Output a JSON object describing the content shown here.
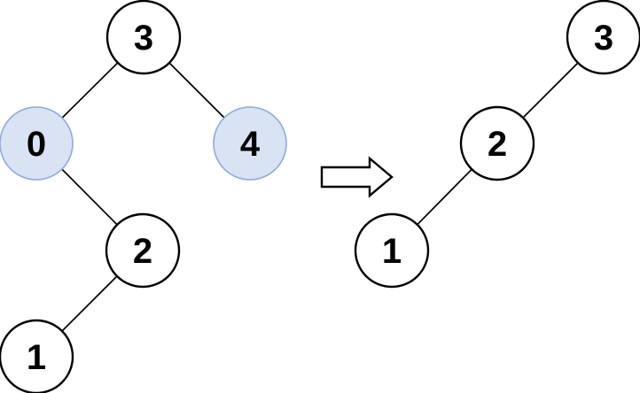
{
  "colors": {
    "node_fill_default": "#ffffff",
    "node_stroke_default": "#000000",
    "node_fill_highlight": "#dae3f3",
    "node_stroke_highlight": "#8faadc",
    "edge_color": "#000000",
    "arrow_fill": "#ffffff",
    "arrow_stroke": "#000000"
  },
  "before_tree": {
    "nodes": [
      {
        "label": "3",
        "highlighted": false
      },
      {
        "label": "0",
        "highlighted": true
      },
      {
        "label": "4",
        "highlighted": true
      },
      {
        "label": "2",
        "highlighted": false
      },
      {
        "label": "1",
        "highlighted": false
      }
    ]
  },
  "after_tree": {
    "nodes": [
      {
        "label": "3",
        "highlighted": false
      },
      {
        "label": "2",
        "highlighted": false
      },
      {
        "label": "1",
        "highlighted": false
      }
    ]
  },
  "arrow": {
    "icon": "right-block-arrow"
  }
}
